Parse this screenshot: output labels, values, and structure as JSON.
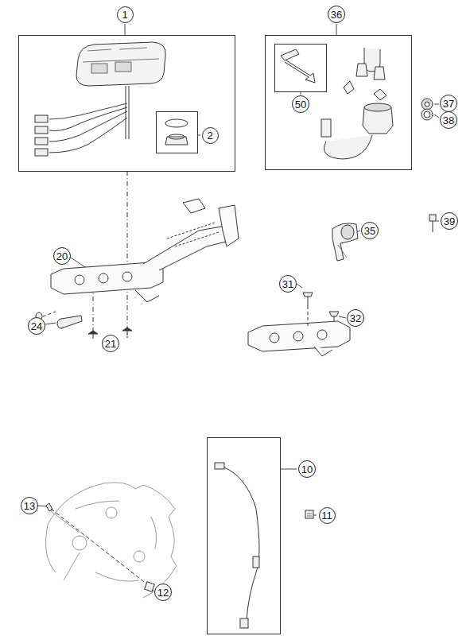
{
  "diagram": {
    "nodes": [
      {
        "text": [
          "1"
        ]
      },
      {
        "text": [
          "36"
        ]
      },
      {
        "text": [
          "2"
        ]
      },
      {
        "text": [
          "50"
        ]
      },
      {
        "text": [
          "37"
        ]
      },
      {
        "text": [
          "38"
        ]
      },
      {
        "text": [
          "35"
        ]
      },
      {
        "text": [
          "39"
        ]
      },
      {
        "text": [
          "20"
        ]
      },
      {
        "text": [
          "31"
        ]
      },
      {
        "text": [
          "24"
        ]
      },
      {
        "text": [
          "32"
        ]
      },
      {
        "text": [
          "21"
        ]
      },
      {
        "text": [
          "10"
        ]
      },
      {
        "text": [
          "11"
        ]
      },
      {
        "text": [
          "13"
        ]
      },
      {
        "text": [
          "12"
        ]
      }
    ]
  }
}
